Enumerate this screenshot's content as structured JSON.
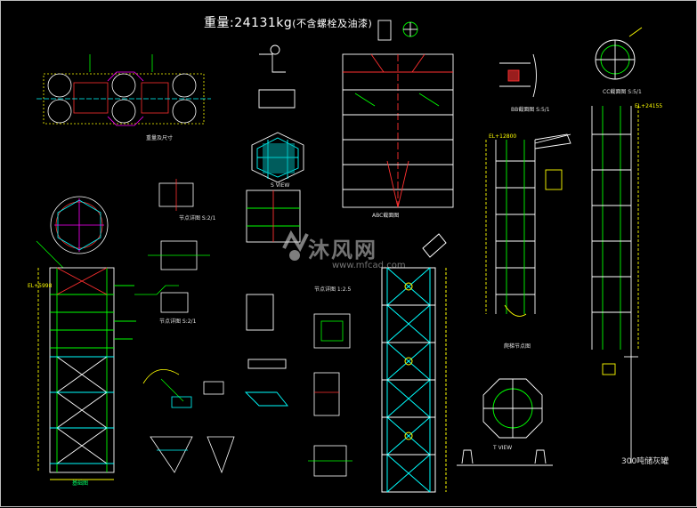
{
  "drawing": {
    "weight_value": "24131kg",
    "weight_note": "(不含螺栓及油漆)",
    "model_tag": "300吨储灰罐"
  },
  "watermark": {
    "brand": "沐风网",
    "url": "www.mfcad.com"
  },
  "views": {
    "t_view": "T VIEW"
  },
  "colors": {
    "background": "#000000",
    "structure": "#00ff00",
    "structure_alt": "#00ffff",
    "dimension": "#ffff00",
    "text": "#ffffff",
    "section": "#ff3030",
    "accent": "#ff00ff"
  }
}
